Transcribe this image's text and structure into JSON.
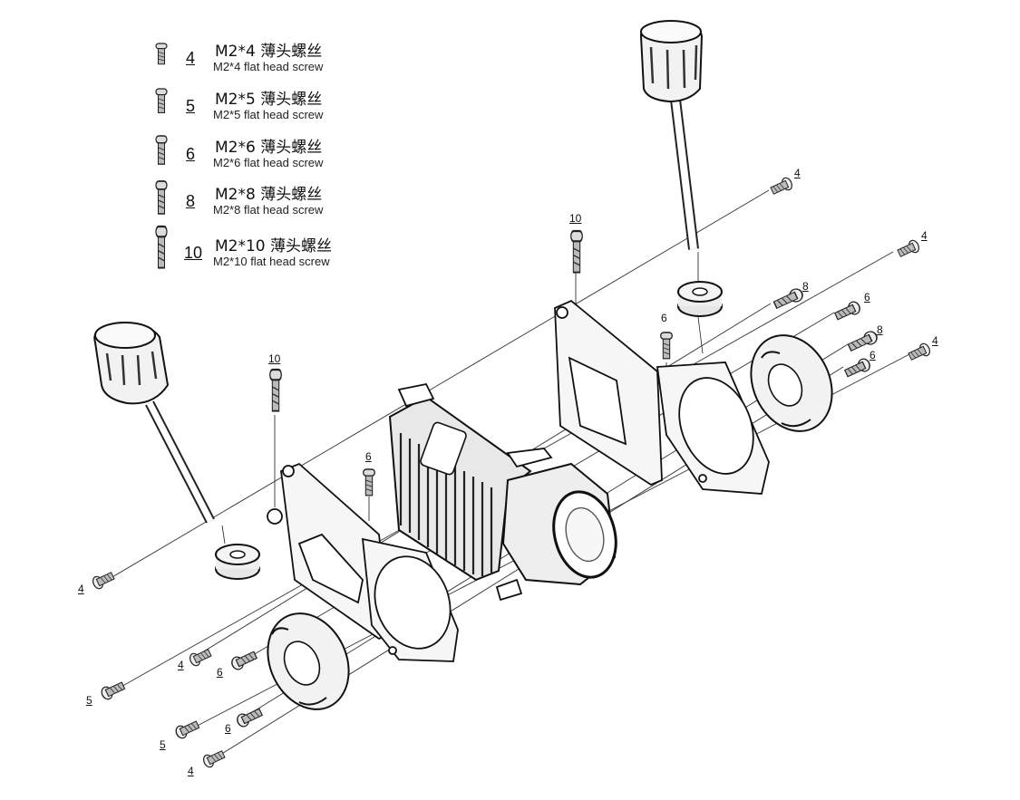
{
  "legend": [
    {
      "num": "4",
      "zh": "M2*4 薄头螺丝",
      "en": "M2*4 flat head screw"
    },
    {
      "num": "5",
      "zh": "M2*5 薄头螺丝",
      "en": "M2*5 flat head screw"
    },
    {
      "num": "6",
      "zh": "M2*6 薄头螺丝",
      "en": "M2*6 flat head screw"
    },
    {
      "num": "8",
      "zh": "M2*8 薄头螺丝",
      "en": "M2*8 flat head screw"
    },
    {
      "num": "10",
      "zh": "M2*10 薄头螺丝",
      "en": "M2*10 flat head screw"
    }
  ],
  "callouts": {
    "top_screw_4a": "4",
    "right_screw_4b": "4",
    "right_screw_8a": "8",
    "right_screw_6a": "6",
    "right_screw_8b": "8",
    "right_screw_6b": "6",
    "right_screw_4c": "4",
    "top_screw_10": "10",
    "bracket_screw_6": "6",
    "left_screw_10": "10",
    "center_screw_6": "6",
    "left_screw_4a": "4",
    "bottom_4a": "4",
    "bottom_6a": "6",
    "bottom_5a": "5",
    "bottom_6b": "6",
    "bottom_5b": "5",
    "bottom_4b": "4"
  }
}
